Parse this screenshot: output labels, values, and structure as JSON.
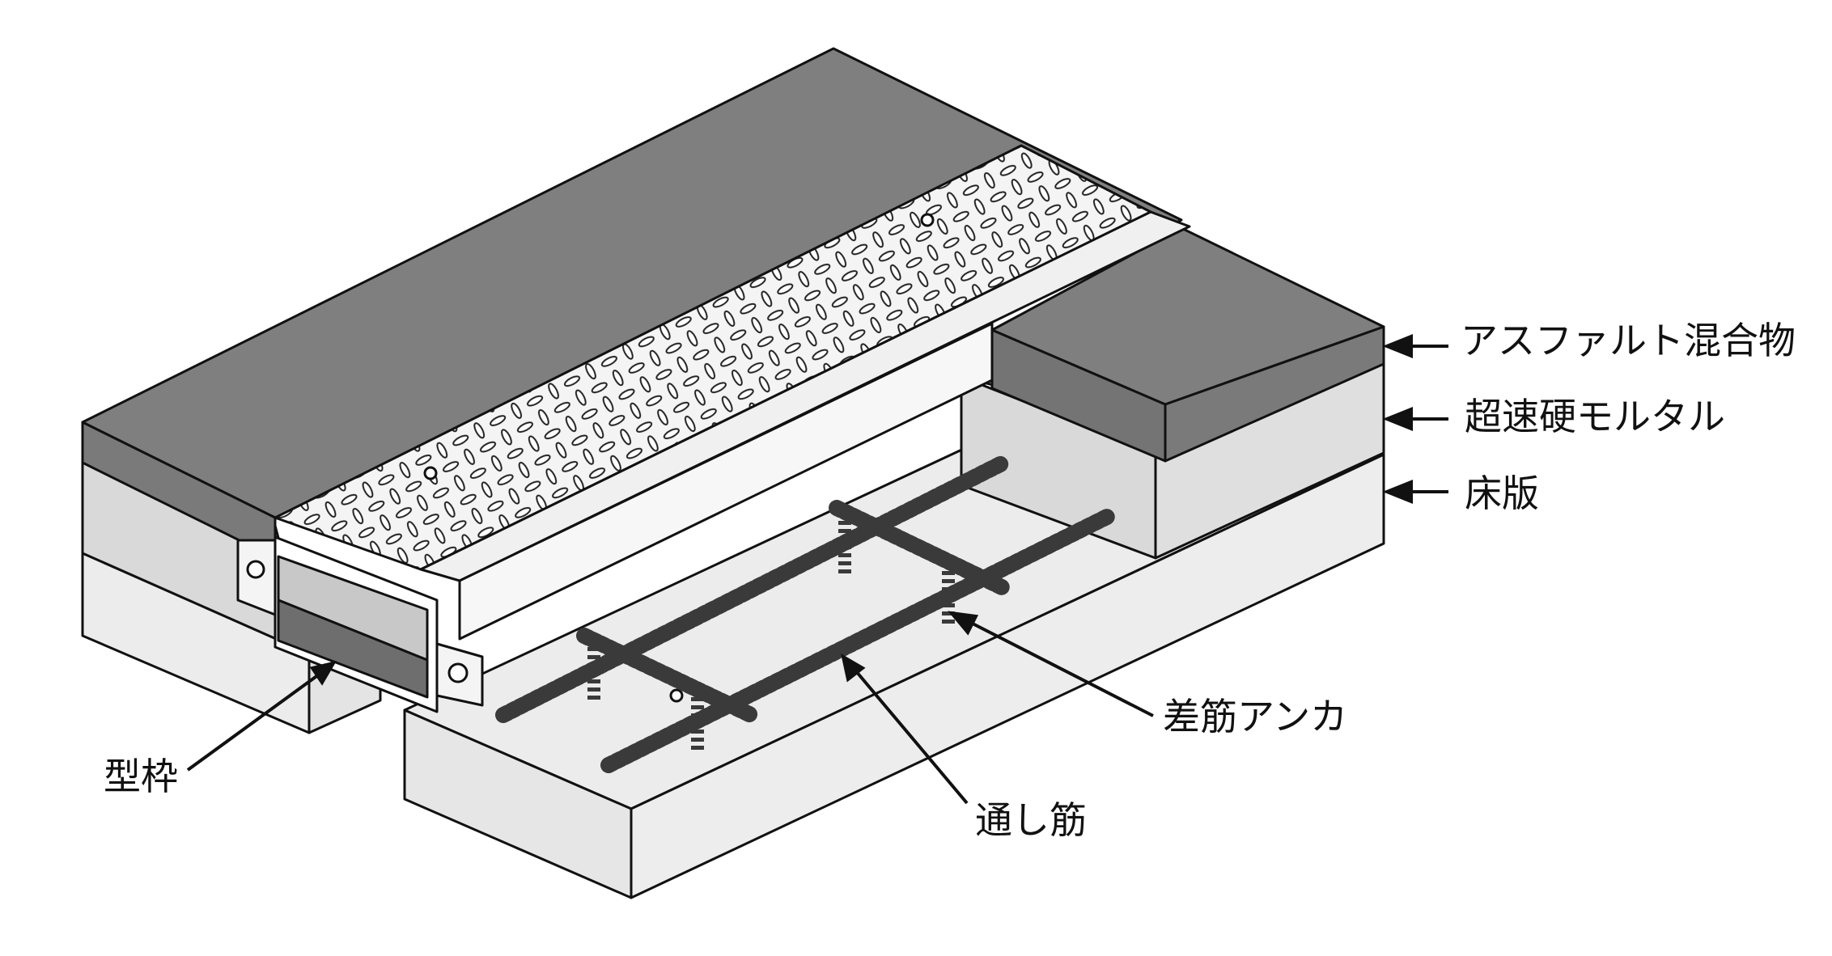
{
  "labels": {
    "asphalt": "アスファルト混合物",
    "mortar": "超速硬モルタル",
    "slab": "床版",
    "formwork": "型枠",
    "anchor_rebar": "差筋アンカ",
    "through_rebar": "通し筋"
  },
  "colors": {
    "asphalt": "#7f7f7f",
    "mortar": "#d9d9d9",
    "slab": "#ececec",
    "outline": "#111111",
    "plate": "#f4f4f4",
    "formwork_dark": "#6e6e6e",
    "formwork_light": "#c8c8c8"
  }
}
